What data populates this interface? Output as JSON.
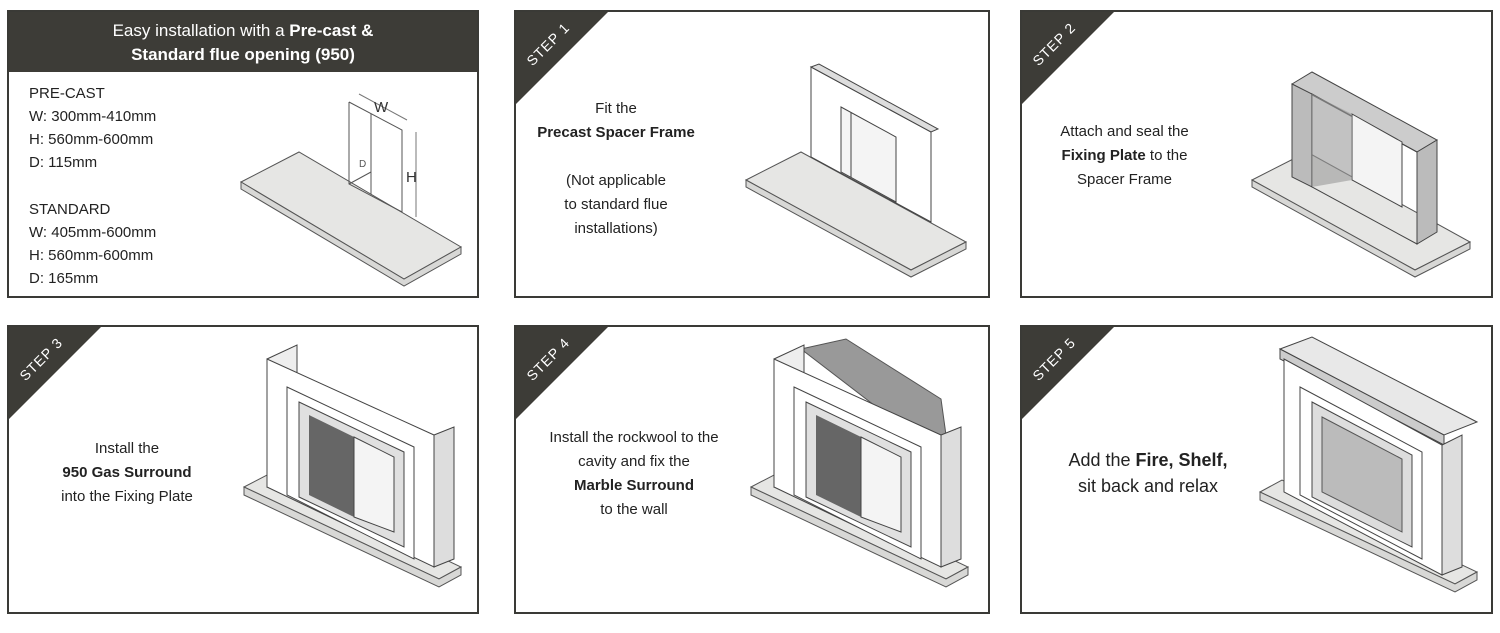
{
  "intro": {
    "title_line1_regular": "Easy installation with a",
    "title_line1_bold": "Pre-cast &",
    "title_line2_bold": "Standard flue opening (950)",
    "precast": {
      "label": "PRE-CAST",
      "w": "W: 300mm-410mm",
      "h": "H: 560mm-600mm",
      "d": "D: 115mm"
    },
    "standard": {
      "label": "STANDARD",
      "w": "W: 405mm-600mm",
      "h": "H: 560mm-600mm",
      "d": "D: 165mm"
    },
    "dim_labels": {
      "w": "W",
      "h": "H",
      "d": "D"
    }
  },
  "steps": [
    {
      "tab": "STEP 1",
      "line1": "Fit the",
      "bold": "Precast Spacer Frame",
      "note1": "(Not applicable",
      "note2": "to standard flue",
      "note3": "installations)"
    },
    {
      "tab": "STEP 2",
      "line1": "Attach and seal the",
      "bold": "Fixing Plate",
      "line2_rest": " to the",
      "line3": "Spacer Frame"
    },
    {
      "tab": "STEP 3",
      "line1": "Install the",
      "bold": "950 Gas Surround",
      "line3": "into the Fixing Plate"
    },
    {
      "tab": "STEP 4",
      "line1": "Install the rockwool to the",
      "line2": "cavity and fix the",
      "bold": "Marble Surround",
      "line4": "to the wall"
    },
    {
      "tab": "STEP 5",
      "line1_pre": "Add the ",
      "bold": "Fire, Shelf,",
      "line2": "sit back and relax"
    }
  ],
  "colors": {
    "tab": "#3d3c37",
    "border": "#3a3a36",
    "hearth": "#e6e6e4"
  }
}
